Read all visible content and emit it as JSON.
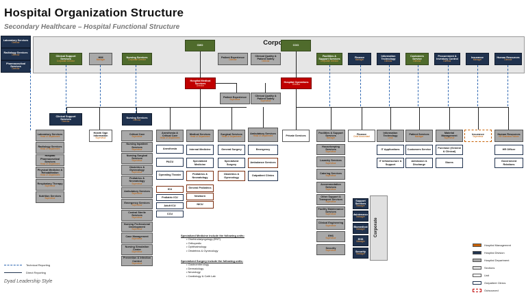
{
  "header": {
    "title": "Hospital Organization Structure",
    "subtitle": "Secondary Healthcare – Hospital Functional Structure"
  },
  "corporate_label": "Corporate",
  "corporate_side_label": "Corporate",
  "footer_text": "Dyad Leadership Style",
  "colors": {
    "management": "#c65f00",
    "division": "#20324e",
    "department": "#a9a9a9",
    "corporate_green": "#4f6b2c",
    "executive_red": "#c00000"
  },
  "boxes": {
    "lab_services": {
      "title": "Laboratory Services",
      "sub": "Director"
    },
    "radiology_services": {
      "title": "Radiology Services",
      "sub": "Director"
    },
    "pharma_services": {
      "title": "Pharmaceutical Services",
      "sub": "Director"
    },
    "clinical_support_corp": {
      "title": "Clinical Support Services",
      "sub": "Corporate Director"
    },
    "him": {
      "title": "HIM",
      "sub": "Manager"
    },
    "nursing_corp": {
      "title": "Nursing Services",
      "sub": "Corporate Director"
    },
    "cmo": {
      "title": "CMO",
      "sub": ""
    },
    "patient_experience_corp": {
      "title": "Patient Experience",
      "sub": "Director"
    },
    "clinical_quality_corp": {
      "title": "Clinical Quality & Patient Safety",
      "sub": "Director"
    },
    "coo": {
      "title": "COO",
      "sub": ""
    },
    "facilities_corp": {
      "title": "Facilities & Support Services",
      "sub": "Corporate Director"
    },
    "finance_corp": {
      "title": "Finance",
      "sub": "Manager"
    },
    "it_corp": {
      "title": "Information Technology",
      "sub": "Director"
    },
    "customer_corp": {
      "title": "Customers Service",
      "sub": "Director"
    },
    "procurement_corp": {
      "title": "Procurement & Inventory Control",
      "sub": "Director"
    },
    "insurance_corp": {
      "title": "Insurance",
      "sub": "Manager"
    },
    "hr_corp": {
      "title": "Human Resources",
      "sub": "Director"
    },
    "hmsd": {
      "title": "Hospital Medical Services",
      "sub": "Director"
    },
    "hosp_ops": {
      "title": "Hospital Operations",
      "sub": "Director"
    },
    "patient_exp_hosp": {
      "title": "Patient Experience",
      "sub": "Supervisor"
    },
    "clinical_quality_hosp": {
      "title": "Clinical Quality & Patient Safety",
      "sub": "Supervisor"
    },
    "clinical_support_div": {
      "title": "Clinical Support Services",
      "sub": "Director"
    },
    "nursing_div": {
      "title": "Nursing Services",
      "sub": "Director"
    },
    "anesthesia": {
      "title": "Anesthesia & Critical Care",
      "sub": "Head of Department"
    },
    "medical_services": {
      "title": "Medical Services",
      "sub": "Head of Department"
    },
    "surgical_services": {
      "title": "Surgical Services",
      "sub": "Head of Department"
    },
    "ambulatory": {
      "title": "Ambulatory Services",
      "sub": "Head of Department"
    },
    "private_services": {
      "title": "Private Services",
      "sub": ""
    },
    "facilities_hosp": {
      "title": "Facilities & Support Services",
      "sub": "Manager"
    },
    "finance_hosp": {
      "title": "Finance",
      "sub": "Chief Accountant"
    },
    "it_hosp": {
      "title": "Information Technology",
      "sub": "Lead"
    },
    "patient_services": {
      "title": "Patient Services",
      "sub": "Manager"
    },
    "material_mgmt": {
      "title": "Material Management",
      "sub": "Supervisor"
    },
    "insurance_hosp": {
      "title": "Insurance",
      "sub": "Supervisor"
    },
    "hr_hosp": {
      "title": "Human Resources",
      "sub": "HR Business Partner"
    },
    "health_sign_info": {
      "title": "Health Sign Information",
      "sub": "Supervisor"
    }
  },
  "lists": {
    "clinical_support": [
      {
        "title": "Laboratory Services",
        "sub": "Head of Department"
      },
      {
        "title": "Radiology Services",
        "sub": "Head of Department"
      },
      {
        "title": "Hospital Pharmaceutical Services",
        "sub": "Head of Department"
      },
      {
        "title": "Physical Medicine & Rehabilitation",
        "sub": "Head of Department"
      },
      {
        "title": "Respiratory Therapy",
        "sub": "Supervisor"
      },
      {
        "title": "Nutrition Services",
        "sub": "Supervisor"
      }
    ],
    "nursing": [
      {
        "title": "Critical Care",
        "sub": "Supervisor"
      },
      {
        "title": "Nursing Inpatient Services",
        "sub": "Supervisor"
      },
      {
        "title": "Nursing Surgical Services",
        "sub": "Supervisor"
      },
      {
        "title": "Obstetrics & Gynecology",
        "sub": "Supervisor"
      },
      {
        "title": "Pediatrics & Neonatology",
        "sub": "Supervisor"
      },
      {
        "title": "Ambulatory Services",
        "sub": "Supervisor"
      },
      {
        "title": "Emergency Services",
        "sub": "Supervisor"
      },
      {
        "title": "Central Sterile Services",
        "sub": "Supervisor"
      },
      {
        "title": "Nursing Professional Development",
        "sub": "Supervisor"
      },
      {
        "title": "Case Management",
        "sub": "Supervisor"
      },
      {
        "title": "Nursing Simulation Center",
        "sub": "Supervisor"
      },
      {
        "title": "Prevention & Infection Control",
        "sub": "Supervisor"
      }
    ],
    "anesthesia": [
      "Anesthesia",
      "PACU",
      "Operating Theater"
    ],
    "anesthesia_icu": [
      "ICU",
      "Pediatric ICU",
      "Adult ICU",
      "CCU"
    ],
    "medical": [
      "Internal Medicine",
      "Specialized Medicine",
      "Pediatrics & Neonatology"
    ],
    "medical_peds": [
      "General Pediatrics",
      "Newborn",
      "NICU"
    ],
    "surgical": [
      "General Surgery",
      "Specialized Surgery",
      "Obstetrics & Gynecology"
    ],
    "ambulatory": [
      "Emergency",
      "Ambulance Services",
      "Outpatient Clinics"
    ],
    "facilities": [
      {
        "title": "Housekeeping Services",
        "sub": "Supervisor"
      },
      {
        "title": "Laundry Services",
        "sub": "Supervisor"
      },
      {
        "title": "Catering Services",
        "sub": "Supervisor"
      },
      {
        "title": "Accommodation Services",
        "sub": "Supervisor"
      },
      {
        "title": "Other Support & Transport Services",
        "sub": "Supervisor"
      },
      {
        "title": "Facility Maintenance Services",
        "sub": "Supervisor"
      },
      {
        "title": "Clinical Engineering",
        "sub": "Supervisor"
      },
      {
        "title": "EHS",
        "sub": "Supervisor"
      },
      {
        "title": "Security",
        "sub": "Supervisor"
      }
    ],
    "facilities_corp": [
      {
        "title": "Support Services",
        "sub": "Manager"
      },
      {
        "title": "Maintenance",
        "sub": "Manager"
      },
      {
        "title": "Biomedical",
        "sub": "Manager"
      },
      {
        "title": "EHS",
        "sub": "Manager"
      },
      {
        "title": "Security",
        "sub": "Manager"
      }
    ],
    "it": [
      "IT Applications",
      "IT Infrastructure & Support"
    ],
    "patient_services": [
      "Customers Service",
      "Admission & Discharge"
    ],
    "material": [
      "Purchase (General & Clinical)",
      "Stores"
    ],
    "hr": [
      "HR Officer",
      "Government Relations"
    ]
  },
  "specialized_notes": {
    "medicine_heading": "Specialized Medicine include the following units:",
    "medicine_units": [
      "Otorhinolaryngology (ENT)",
      "Orthopedic",
      "Ophthalmology",
      "Obstetrics & Gynecology"
    ],
    "surgery_heading": "Specialized Surgery include the following units:",
    "surgery_units": [
      "Gastroenterology",
      "Dermatology",
      "Neurology",
      "Cardiology & Cath Lab"
    ]
  },
  "legend": [
    {
      "label": "Hospital Management",
      "color": "#c65f00",
      "style": "fill"
    },
    {
      "label": "Hospital Division",
      "color": "#20324e",
      "style": "fill"
    },
    {
      "label": "Hospital Department",
      "color": "#a9a9a9",
      "style": "fill"
    },
    {
      "label": "Sections",
      "color": "#dcdcdc",
      "style": "fill"
    },
    {
      "label": "Unit",
      "color": "#ffffff",
      "style": "fill"
    },
    {
      "label": "Outpatient Clinics",
      "color": "#ffffff",
      "style": "outline"
    },
    {
      "label": "Outsourced",
      "color": "#c00000",
      "style": "dashed"
    }
  ],
  "line_legend": [
    {
      "label": "Technical Reporting",
      "style": "dashed"
    },
    {
      "label": "Direct Reporting",
      "style": "solid"
    }
  ]
}
